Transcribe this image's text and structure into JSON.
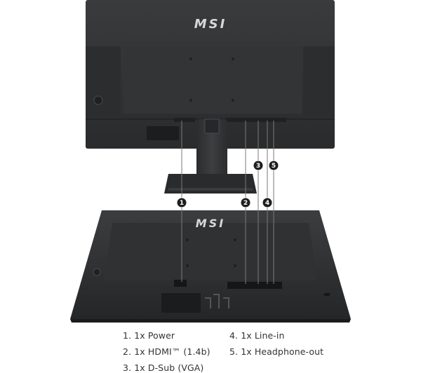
{
  "brand": {
    "logo_text": "MSI"
  },
  "callouts": [
    "1",
    "2",
    "3",
    "4",
    "5"
  ],
  "specs": [
    {
      "num": "1.",
      "text": "1x Power"
    },
    {
      "num": "2.",
      "text": "1x HDMI™ (1.4b)"
    },
    {
      "num": "3.",
      "text": "1x D-Sub (VGA)"
    },
    {
      "num": "4.",
      "text": "1x Line-in"
    },
    {
      "num": "5.",
      "text": "1x Headphone-out"
    }
  ],
  "colors": {
    "body": "#2b2c2e",
    "panel": "#37383a",
    "accent_line": "#555555",
    "callout_fill": "#1e1e1e"
  }
}
